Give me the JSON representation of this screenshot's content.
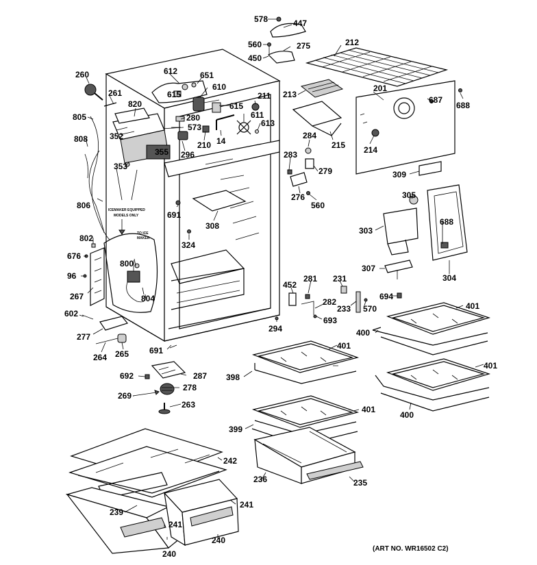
{
  "labels": {
    "p578": "578",
    "p447": "447",
    "p560a": "560",
    "p275": "275",
    "p450": "450",
    "p212": "212",
    "p260": "260",
    "p612": "612",
    "p651": "651",
    "p261": "261",
    "p615a": "615",
    "p610": "610",
    "p820": "820",
    "p211": "211",
    "p615b": "615",
    "p201": "201",
    "p213": "213",
    "p687": "687",
    "p688a": "688",
    "p805": "805",
    "p611": "611",
    "p280": "280",
    "p613": "613",
    "p573": "573",
    "p352": "352",
    "p355": "355",
    "p210": "210",
    "p14": "14",
    "p808": "808",
    "p296": "296",
    "p284": "284",
    "p215": "215",
    "p214": "214",
    "p353": "353",
    "p283": "283",
    "p279": "279",
    "p309": "309",
    "p806": "806",
    "p276": "276",
    "p305": "305",
    "p560b": "560",
    "p691a": "691",
    "p308": "308",
    "p688b": "688",
    "p303": "303",
    "p802": "802",
    "p324": "324",
    "p676": "676",
    "p800": "800",
    "p307": "307",
    "p96": "96",
    "p304": "304",
    "p267": "267",
    "p804": "804",
    "p452": "452",
    "p281": "281",
    "p231": "231",
    "p694": "694",
    "p282": "282",
    "p233": "233",
    "p570": "570",
    "p401a": "401",
    "p602": "602",
    "p693": "693",
    "p294": "294",
    "p277": "277",
    "p400a": "400",
    "p401b": "401",
    "p264": "264",
    "p265": "265",
    "p691b": "691",
    "p398": "398",
    "p401c": "401",
    "p692": "692",
    "p287": "287",
    "p269": "269",
    "p278": "278",
    "p263": "263",
    "p401d": "401",
    "p400b": "400",
    "p399": "399",
    "p242": "242",
    "p236": "236",
    "p235": "235",
    "p239": "239",
    "p241a": "241",
    "p241b": "241",
    "p240a": "240",
    "p240b": "240"
  },
  "callout_note": {
    "line1": "ICEMAKER EQUIPPED",
    "line2": "MODELS ONLY",
    "line3": "TO ICE",
    "line4": "MAKER"
  },
  "art_number": "(ART NO. WR16502 C2)"
}
